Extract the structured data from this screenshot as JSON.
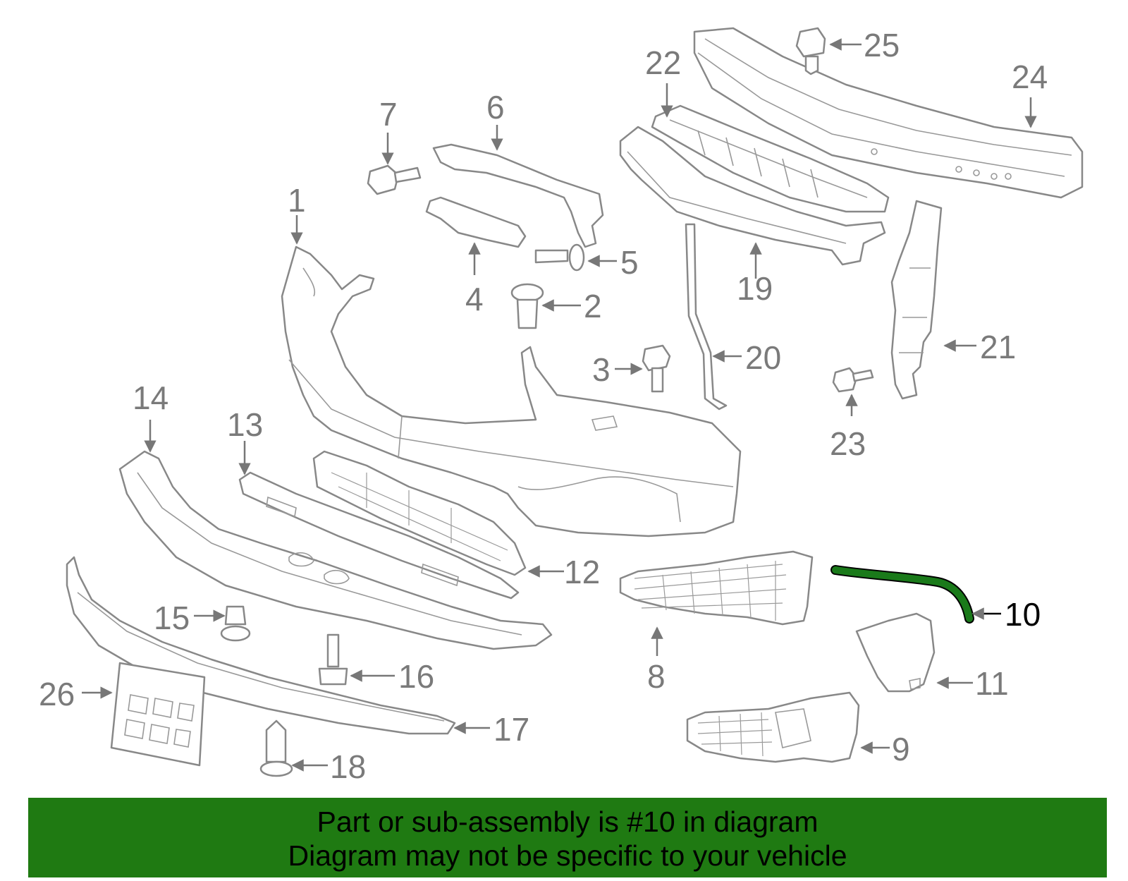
{
  "callouts": {
    "c1": "1",
    "c2": "2",
    "c3": "3",
    "c4": "4",
    "c5": "5",
    "c6": "6",
    "c7": "7",
    "c8": "8",
    "c9": "9",
    "c10": "10",
    "c11": "11",
    "c12": "12",
    "c13": "13",
    "c14": "14",
    "c15": "15",
    "c16": "16",
    "c17": "17",
    "c18": "18",
    "c19": "19",
    "c20": "20",
    "c21": "21",
    "c22": "22",
    "c23": "23",
    "c24": "24",
    "c25": "25",
    "c26": "26"
  },
  "highlighted_part": "10",
  "colors": {
    "banner": "#1f7a12",
    "highlight": "#1a7a1a",
    "line_art": "#888888"
  },
  "banner": {
    "line1": "Part or sub-assembly is #10 in diagram",
    "line2": "Diagram may not be specific to your vehicle"
  }
}
